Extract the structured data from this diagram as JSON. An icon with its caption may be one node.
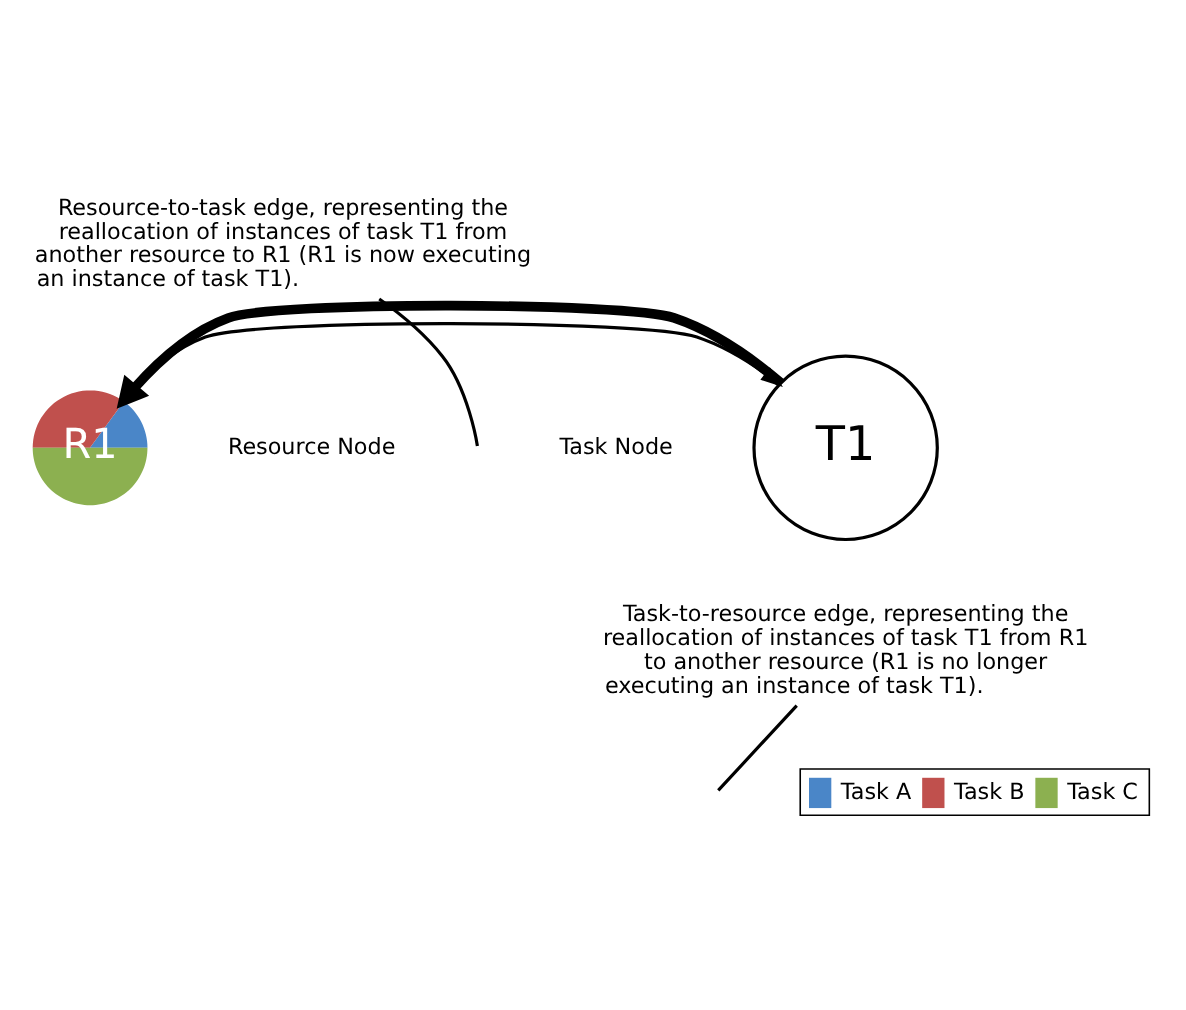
{
  "diagram": {
    "nodes": [
      {
        "text": [
          "R1"
        ],
        "beside": [
          "Resource Node"
        ]
      },
      {
        "text": [
          "T1"
        ],
        "beside": [
          "Task Node"
        ]
      },
      {
        "text": [
          "Resource-to-task edge, representing the reallocation of instances of task T1 from another resource to R1 (R1 is now executing an instance of task T1)."
        ]
      },
      {
        "text": [
          "Task-to-resource edge, representing the reallocation of instances of task T1 from R1 to another resource (R1 is no longer executing an instance of task T1)."
        ]
      }
    ],
    "edges": [
      {
        "from": 0,
        "to": 1,
        "arrow": "to"
      },
      {
        "from": 1,
        "to": 0,
        "arrow": "to",
        "style": "thick"
      },
      {
        "from": 2,
        "to": null,
        "arrow": "none"
      },
      {
        "from": 3,
        "to": null,
        "arrow": "none"
      }
    ],
    "legend": [
      {
        "text": "Task A",
        "color": "#4a86c8"
      },
      {
        "text": "Task B",
        "color": "#c0504d"
      },
      {
        "text": "Task C",
        "color": "#8cb050"
      }
    ]
  }
}
